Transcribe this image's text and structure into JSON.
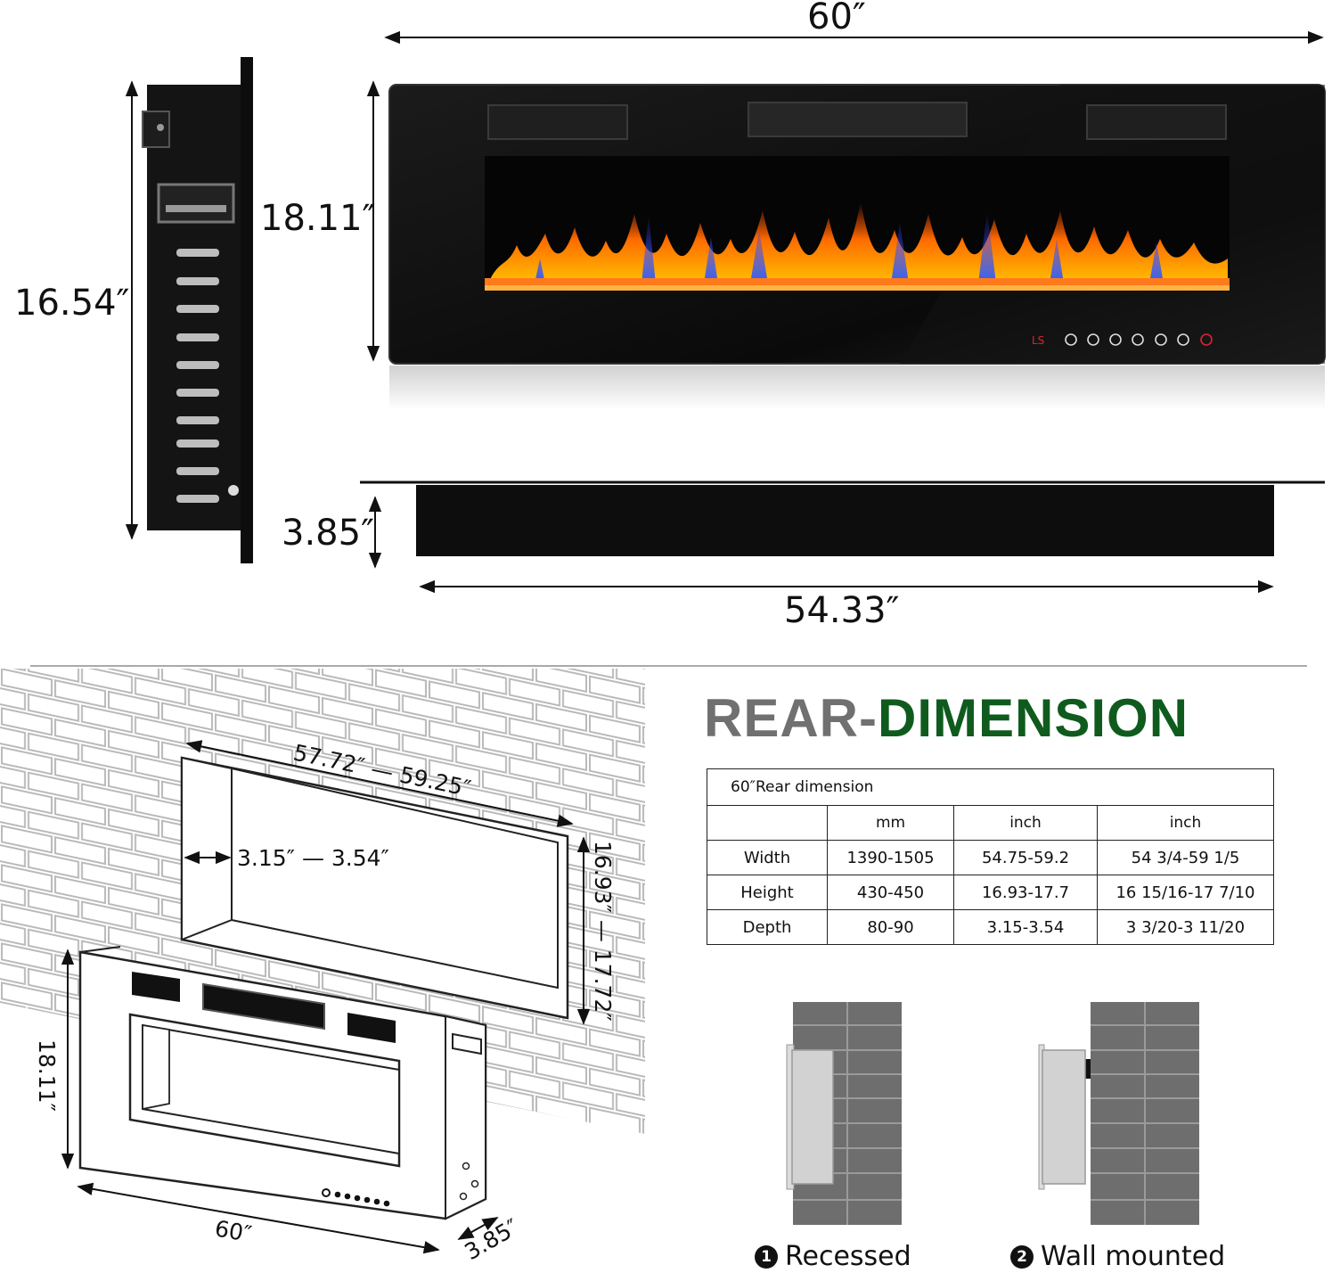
{
  "dimensions": {
    "width": "60″",
    "panel_height": "18.11″",
    "side_height": "16.54″",
    "depth": "3.85″",
    "bottom_width": "54.33″"
  },
  "install": {
    "opening_width": "57.72″ — 59.25″",
    "opening_depth": "3.15″ — 3.54″",
    "opening_height": "16.93″ — 17.72″",
    "unit_height": "18.11″",
    "unit_width": "60″",
    "unit_depth": "3.85″"
  },
  "rear": {
    "title_part1": "REAR-",
    "title_part2": "DIMENSION",
    "title_colors": {
      "gray": "#707070",
      "green": "#0f5b1e"
    },
    "table": {
      "caption": "60″Rear dimension",
      "headers": [
        "",
        "mm",
        "inch",
        "inch"
      ],
      "rows": [
        [
          "Width",
          "1390-1505",
          "54.75-59.2",
          "54 3/4-59 1/5"
        ],
        [
          "Height",
          "430-450",
          "16.93-17.7",
          "16 15/16-17 7/10"
        ],
        [
          "Depth",
          "80-90",
          "3.15-3.54",
          "3 3/20-3 11/20"
        ]
      ]
    }
  },
  "mounting": [
    {
      "number": "1",
      "label": "Recessed"
    },
    {
      "number": "2",
      "label": "Wall mounted"
    }
  ],
  "control_panel": {
    "left_label": "LS"
  }
}
